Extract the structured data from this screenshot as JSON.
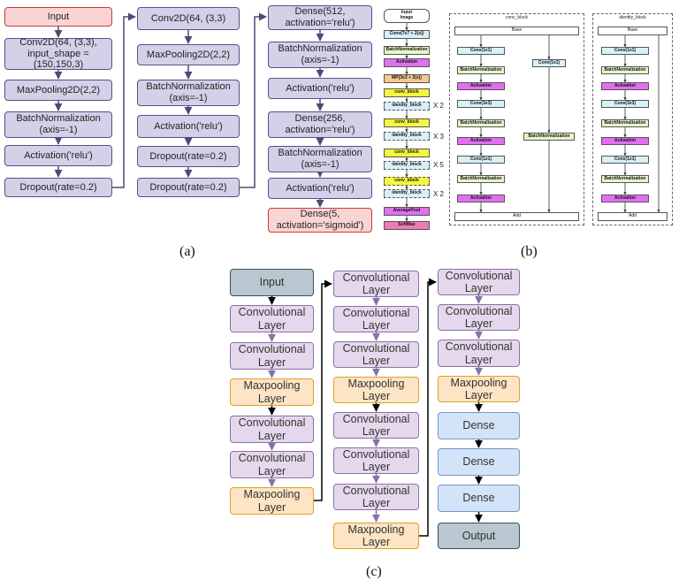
{
  "panel_a": {
    "col1": [
      "Input",
      "Conv2D(64, (3,3),\ninput_shape = (150,150,3)",
      "MaxPooling2D(2,2)",
      "BatchNormalization\n(axis=-1)",
      "Activation('relu')",
      "Dropout(rate=0.2)"
    ],
    "col2": [
      "Conv2D(64, (3,3)",
      "MaxPooling2D(2,2)",
      "BatchNormalization\n(axis=-1)",
      "Activation('relu')",
      "Dropout(rate=0.2)",
      "Dropout(rate=0.2)"
    ],
    "col3": [
      "Dense(512,\nactivation='relu')",
      "BatchNormalization\n(axis=-1)",
      "Activation('relu')",
      "Dense(256,\nactivation='relu')",
      "BatchNormalization\n(axis=-1)",
      "Activation('relu')",
      "Dense(5,\nactivation='sigmoid')"
    ],
    "label": "(a)"
  },
  "panel_b": {
    "chain": [
      "Input\nImage",
      "Conv(7x7 + 2(s))",
      "BatchNormalization",
      "Activation",
      "MP(3x3 + 2(s))",
      "conv_block",
      "identity_block",
      "conv_block",
      "identity_block",
      "conv_block",
      "identity_block",
      "conv_block",
      "identity_block",
      "AveragePool",
      "SoftMax"
    ],
    "multipliers": [
      "X 2",
      "X 3",
      "X 5",
      "X 2"
    ],
    "conv_block": {
      "title": "conv_block",
      "base": "Base",
      "left": [
        "Conv(1x1)",
        "BatchNormalization",
        "Activation",
        "Conv(3x3)",
        "BatchNormalization",
        "Activation",
        "Conv(1x1)",
        "BatchNormalization",
        "Activation"
      ],
      "right": [
        "Conv(1x1)",
        "BatchNormalization"
      ],
      "add": "Add"
    },
    "identity_block": {
      "title": "identity_block",
      "base": "Base",
      "left": [
        "Conv(1x1)",
        "BatchNormalization",
        "Activation",
        "Conv(3x3)",
        "BatchNormalization",
        "Activation",
        "Conv(1x1)",
        "BatchNormalization",
        "Activation"
      ],
      "add": "Add"
    },
    "label": "(b)"
  },
  "panel_c": {
    "col1": [
      "Input",
      "Convolutional\nLayer",
      "Convolutional\nLayer",
      "Maxpooling\nLayer",
      "Convolutional\nLayer",
      "Convolutional\nLayer",
      "Maxpooling\nLayer"
    ],
    "col2": [
      "Convolutional\nLayer",
      "Convolutional\nLayer",
      "Convolutional\nLayer",
      "Maxpooling\nLayer",
      "Convolutional\nLayer",
      "Convolutional\nLayer",
      "Convolutional\nLayer",
      "Maxpooling\nLayer"
    ],
    "col3": [
      "Convolutional\nLayer",
      "Convolutional\nLayer",
      "Convolutional\nLayer",
      "Maxpooling\nLayer",
      "Dense",
      "Dense",
      "Dense",
      "Output"
    ],
    "label": "(c)"
  },
  "colors": {
    "a_fill": "#d4d0e8",
    "a_border": "#5a4e86",
    "a_red_fill": "#fad4d4",
    "a_red_border": "#cc3a3a",
    "c_conv": "#e6d8ec",
    "c_pool": "#fce4c4",
    "c_dense": "#d4e4f8",
    "c_io": "#b8c7d0",
    "b_cyan": "#d8f0f8",
    "b_green": "#e6f6c8",
    "b_magenta": "#e070f0",
    "b_orange": "#f6c890",
    "b_yellow": "#f6f640",
    "b_pink": "#f07ab8"
  }
}
